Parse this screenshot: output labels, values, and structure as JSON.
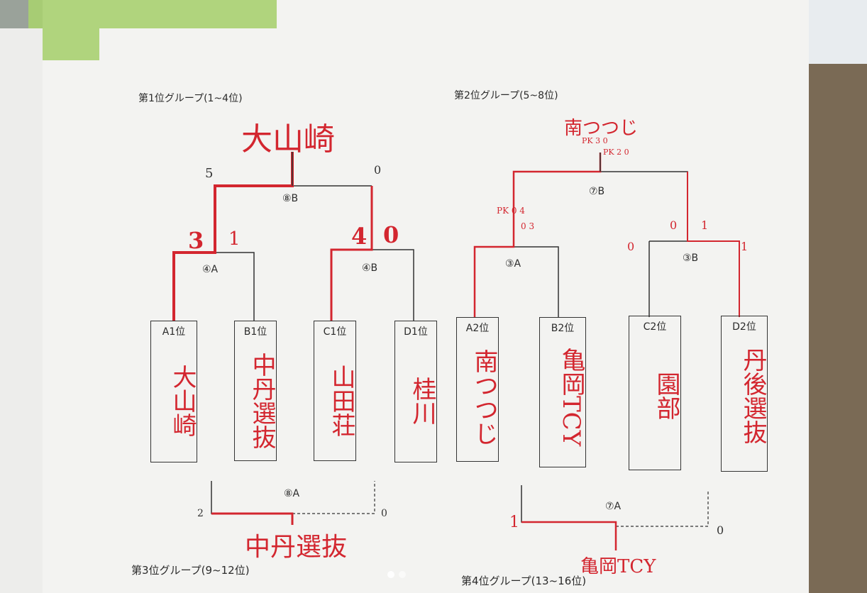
{
  "sheet": {
    "group1_heading": "第1位グループ(1~4位)",
    "group2_heading": "第2位グループ(5~8位)",
    "group3_heading": "第3位グループ(9~12位)",
    "group4_heading": "第4位グループ(13~16位)"
  },
  "group1": {
    "winner": "大山崎",
    "final_label": "⑧B",
    "semi_left_label": "④A",
    "semi_right_label": "④B",
    "third_label": "⑧A",
    "third_winner": "中丹選抜",
    "scores": {
      "final_left": "5",
      "final_right": "0",
      "semi_a_left": "3",
      "semi_a_right": "1",
      "semi_b_left": "4",
      "semi_b_right": "0",
      "third_left": "2",
      "third_right": "0"
    },
    "teams": [
      {
        "slot": "A1位",
        "name": "大山崎"
      },
      {
        "slot": "B1位",
        "name": "中丹選抜"
      },
      {
        "slot": "C1位",
        "name": "山田荘"
      },
      {
        "slot": "D1位",
        "name": "桂川"
      }
    ]
  },
  "group2": {
    "winner": "南つつじ",
    "final_label": "⑦B",
    "semi_left_label": "③A",
    "semi_right_label": "③B",
    "third_label": "⑦A",
    "third_winner": "亀岡TCY",
    "scores": {
      "final_pk_left": "PK 3 0",
      "final_pk_right": "PK 2 0",
      "semi_a_pk_left": "PK 0 4",
      "semi_a_pk_right": "0 3",
      "semi_b_left": "0",
      "semi_b_right": "1",
      "semi_b_outer_left": "0",
      "semi_b_outer_right": "1",
      "third_left": "1",
      "third_right": "0"
    },
    "teams": [
      {
        "slot": "A2位",
        "name": "南つつじ"
      },
      {
        "slot": "B2位",
        "name": "亀岡TCY"
      },
      {
        "slot": "C2位",
        "name": "園部"
      },
      {
        "slot": "D2位",
        "name": "丹後選抜"
      }
    ]
  },
  "carousel": {
    "count": 2,
    "active": 0
  }
}
